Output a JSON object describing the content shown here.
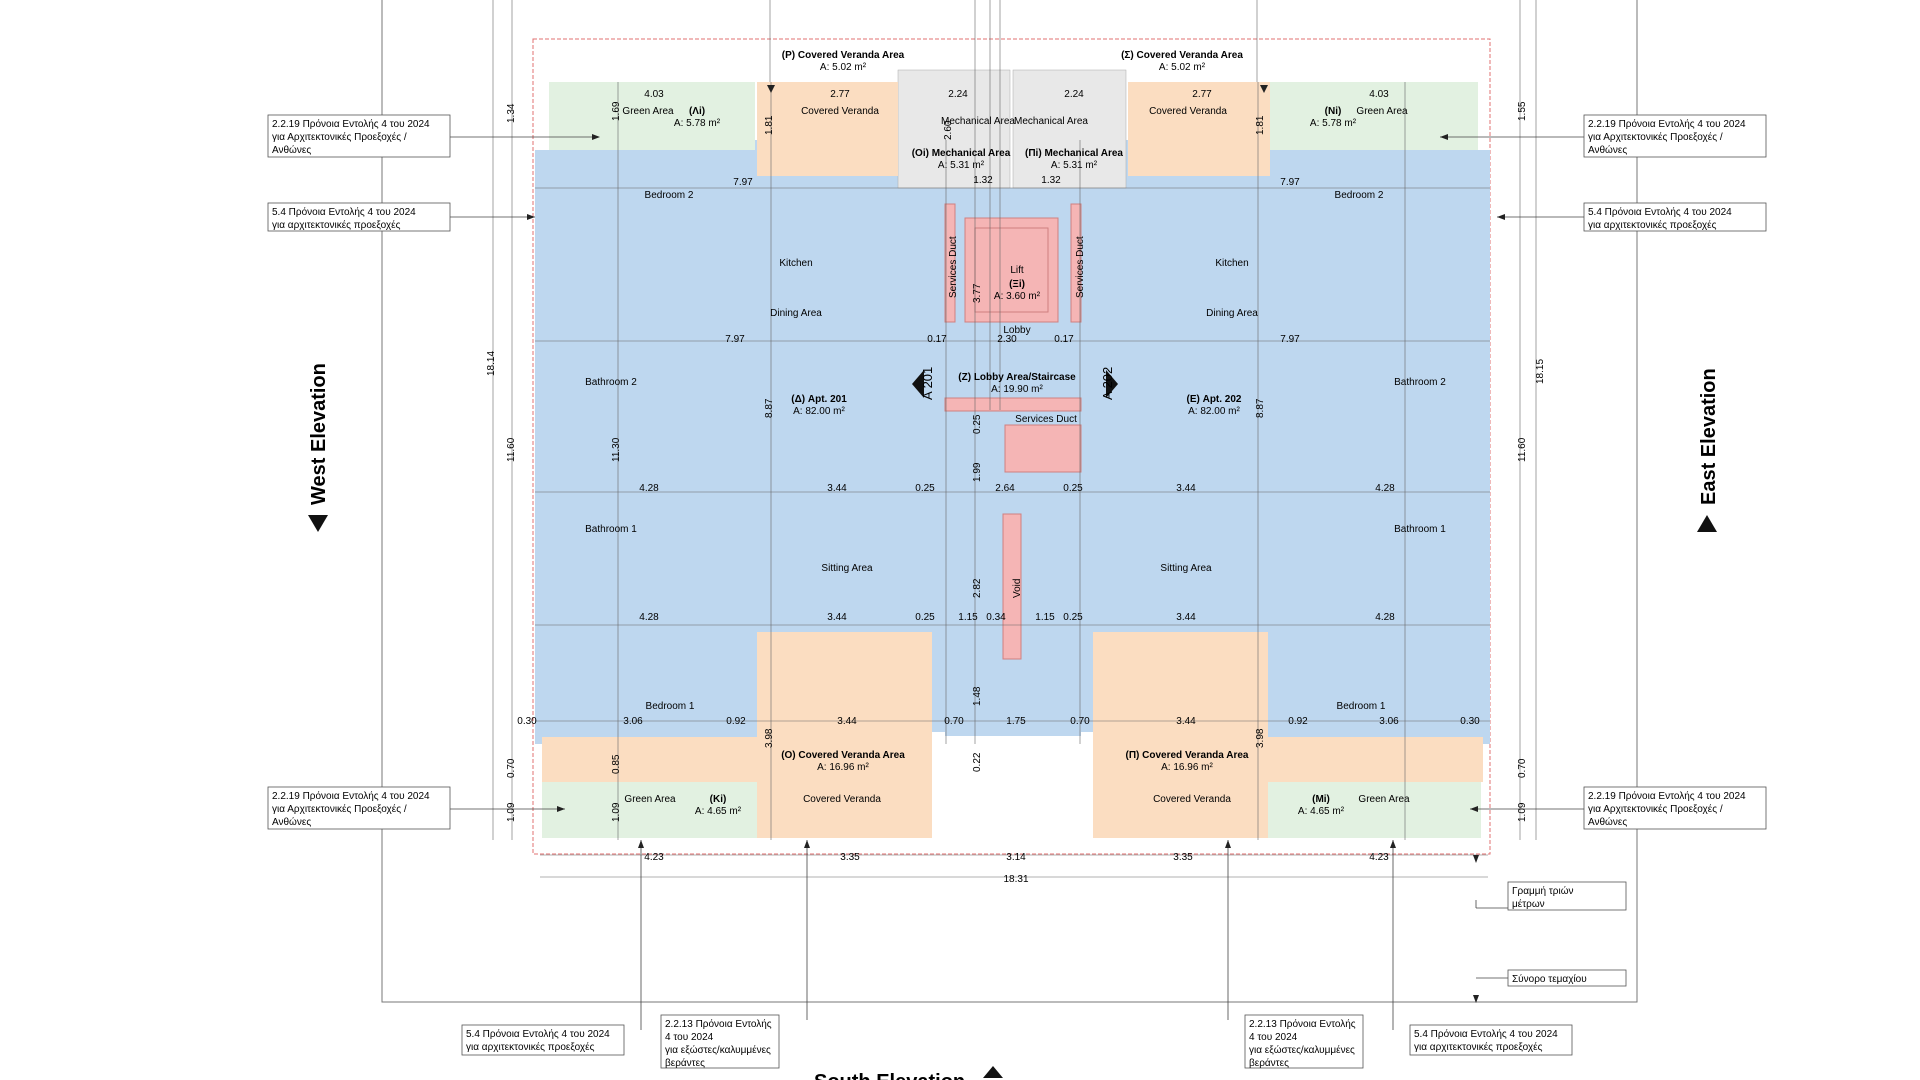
{
  "colors": {
    "apartment": "#bed7ef",
    "veranda": "#fbddc1",
    "green": "#e2f1e1",
    "mechanical": "#e8e8e8",
    "core": "#f5b5b5",
    "line": "#555555",
    "boundary": "#e07070"
  },
  "elevations": {
    "west": "West Elevation",
    "east": "East Elevation",
    "south": "South Elevation"
  },
  "areas": {
    "veranda_p_name": "(Ρ) Covered Veranda Area",
    "veranda_p_area": "A: 5.02 m²",
    "veranda_s_name": "(Σ) Covered Veranda Area",
    "veranda_s_area": "A: 5.02 m²",
    "mech_oi_name": "(Οi) Mechanical Area",
    "mech_oi_area": "A: 5.31 m²",
    "mech_pi_name": "(Πi) Mechanical Area",
    "mech_pi_area": "A: 5.31 m²",
    "green_li_name": "(Λi)",
    "green_li_area": "A: 5.78 m²",
    "green_ni_name": "(Νi)",
    "green_ni_area": "A: 5.78 m²",
    "lift_name": "(Ξi)",
    "lift_area": "A: 3.60 m²",
    "lobby_name": "(Ζ) Lobby Area/Staircase",
    "lobby_area": "A: 19.90 m²",
    "apt201_name": "(Δ) Apt. 201",
    "apt201_area": "A: 82.00 m²",
    "apt202_name": "(Ε) Apt. 202",
    "apt202_area": "A: 82.00 m²",
    "veranda_o_name": "(Ο) Covered Veranda Area",
    "veranda_o_area": "A: 16.96 m²",
    "veranda_pi_name": "(Π) Covered Veranda Area",
    "veranda_pi_area": "A: 16.96 m²",
    "green_ki_name": "(Κi)",
    "green_ki_area": "A: 4.65 m²",
    "green_mi_name": "(Μi)",
    "green_mi_area": "A: 4.65 m²"
  },
  "rooms": {
    "green_area": "Green Area",
    "covered_veranda": "Covered Veranda",
    "mechanical_area": "Mechanical Area",
    "bedroom2": "Bedroom 2",
    "kitchen": "Kitchen",
    "dining_area": "Dining Area",
    "bathroom2": "Bathroom 2",
    "bathroom1": "Bathroom 1",
    "sitting_area": "Sitting Area",
    "bedroom1": "Bedroom 1",
    "services_duct": "Services Duct",
    "lift": "Lift",
    "lobby": "Lobby",
    "void": "Void"
  },
  "section_marks": {
    "a201": "A 201",
    "a202": "A 202"
  },
  "notes": {
    "greens_1": "2.2.19 Πρόνοια Εντολής 4 του 2024",
    "greens_2": "για Αρχιτεκτονικές Προεξοχές /",
    "greens_3": "Ανθώνες",
    "proj_1": "5.4 Πρόνοια Εντολής 4 του 2024",
    "proj_2": "για αρχιτεκτονικές προεξοχές",
    "ver_1": "2.2.13 Πρόνοια Εντολής",
    "ver_2": "4 του 2024",
    "ver_3": "για εξώστες/καλυμμένες",
    "ver_4": "βεράντες",
    "three_m_1": "Γραμμή τριών",
    "three_m_2": "μέτρων",
    "plot": "Σύνορο τεμαχίου"
  },
  "dimensions": {
    "d403": "4.03",
    "d277": "2.77",
    "d224": "2.24",
    "d134": "1.34",
    "d155": "1.55",
    "d169": "1.69",
    "d181": "1.81",
    "d260": "2.60",
    "d132": "1.32",
    "d797": "7.97",
    "d377": "3.77",
    "d017": "0.17",
    "d230": "2.30",
    "d1814": "18.14",
    "d1815": "18.15",
    "d887": "8.87",
    "d025": "0.25",
    "d1160": "11.60",
    "d1130": "11.30",
    "d199": "1.99",
    "d428": "4.28",
    "d344": "3.44",
    "d264": "2.64",
    "d282": "2.82",
    "d115": "1.15",
    "d034": "0.34",
    "d148": "1.48",
    "d030": "0.30",
    "d306": "3.06",
    "d092": "0.92",
    "d070": "0.70",
    "d175": "1.75",
    "d398": "3.98",
    "d085": "0.85",
    "d022": "0.22",
    "d109": "1.09",
    "d423": "4.23",
    "d335": "3.35",
    "d314": "3.14",
    "d1831": "18.31"
  }
}
